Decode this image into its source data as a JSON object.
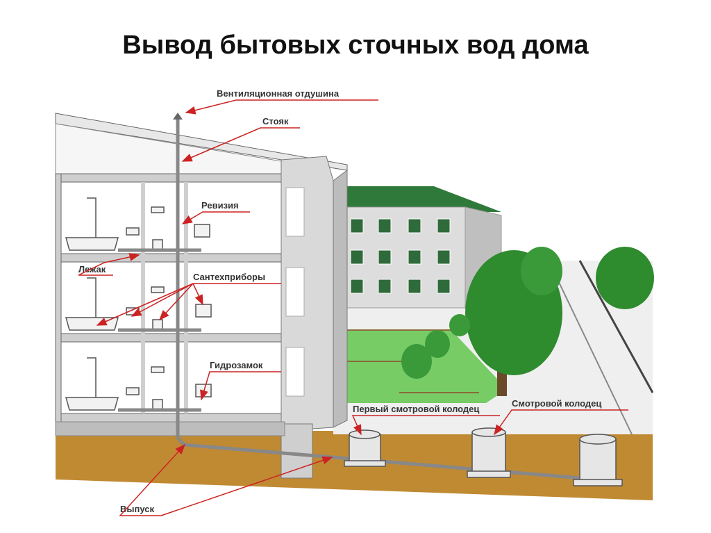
{
  "title": "Вывод бытовых сточных вод дома",
  "labels": {
    "vent": "Вентиляционная отдушина",
    "riser": "Стояк",
    "revision": "Ревизия",
    "lezhak": "Лежак",
    "fixtures": "Сантехприборы",
    "trap": "Гидрозамок",
    "first_well": "Первый смотровой колодец",
    "well": "Смотровой колодец",
    "outlet": "Выпуск"
  },
  "colors": {
    "ground": "#c08a33",
    "grass": "#77cc66",
    "tree": "#2e8b2e",
    "roof": "#2f7a3a",
    "arrow": "#cc2222",
    "wall": "#d9d9d9"
  }
}
